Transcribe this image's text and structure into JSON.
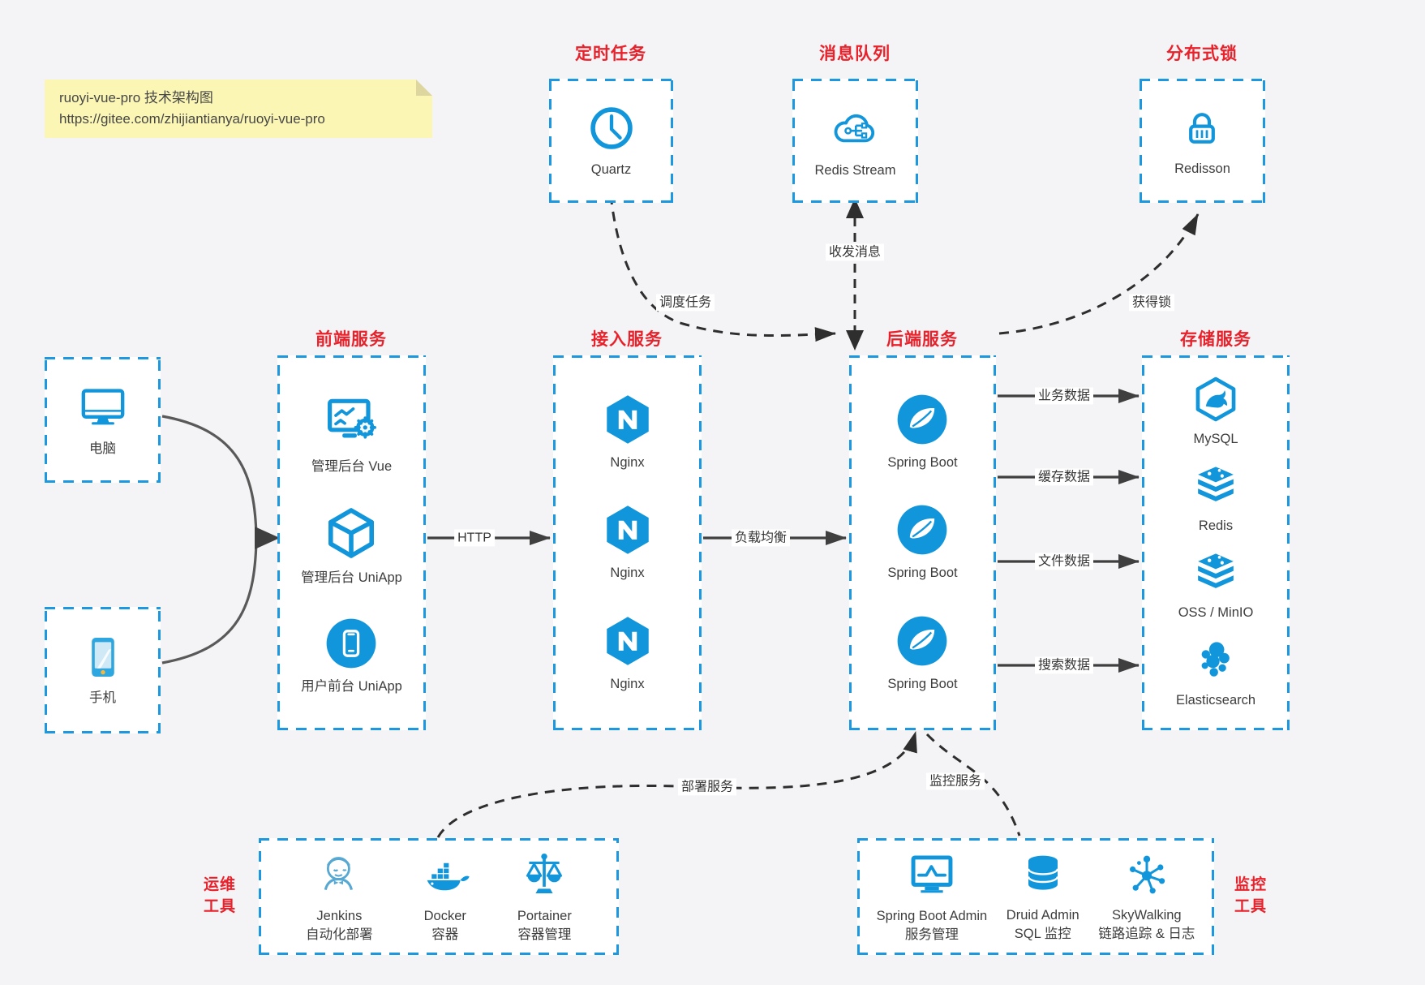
{
  "note": {
    "line1": "ruoyi-vue-pro 技术架构图",
    "line2": "https://gitee.com/zhijiantianya/ruoyi-vue-pro"
  },
  "colors": {
    "accent_blue": "#1b98e0",
    "icon_blue": "#1296db",
    "title_red": "#e8212b",
    "note_yellow": "#fbf6b4",
    "background": "#f4f4f6"
  },
  "top_services": [
    {
      "title": "定时任务",
      "label": "Quartz",
      "icon": "clock-icon"
    },
    {
      "title": "消息队列",
      "label": "Redis Stream",
      "icon": "cloud-stream-icon"
    },
    {
      "title": "分布式锁",
      "label": "Redisson",
      "icon": "lock-icon"
    }
  ],
  "clients": [
    {
      "label": "电脑",
      "icon": "desktop-icon"
    },
    {
      "label": "手机",
      "icon": "smartphone-icon"
    }
  ],
  "columns": [
    {
      "title": "前端服务",
      "items": [
        {
          "label": "管理后台 Vue",
          "icon": "admin-monitor-gear-icon"
        },
        {
          "label": "管理后台 UniApp",
          "icon": "cube-icon"
        },
        {
          "label": "用户前台 UniApp",
          "icon": "app-circle-phone-icon"
        }
      ]
    },
    {
      "title": "接入服务",
      "items": [
        {
          "label": "Nginx",
          "icon": "nginx-icon"
        },
        {
          "label": "Nginx",
          "icon": "nginx-icon"
        },
        {
          "label": "Nginx",
          "icon": "nginx-icon"
        }
      ]
    },
    {
      "title": "后端服务",
      "items": [
        {
          "label": "Spring Boot",
          "icon": "spring-icon"
        },
        {
          "label": "Spring Boot",
          "icon": "spring-icon"
        },
        {
          "label": "Spring Boot",
          "icon": "spring-icon"
        }
      ]
    },
    {
      "title": "存储服务",
      "items": [
        {
          "label": "MySQL",
          "icon": "mysql-icon"
        },
        {
          "label": "Redis",
          "icon": "layer-stack-icon"
        },
        {
          "label": "OSS / MinIO",
          "icon": "layer-stack-icon"
        },
        {
          "label": "Elasticsearch",
          "icon": "elastic-icon"
        }
      ]
    }
  ],
  "bottom_groups": [
    {
      "title_line1": "运维",
      "title_line2": "工具",
      "items": [
        {
          "label1": "Jenkins",
          "label2": "自动化部署",
          "icon": "jenkins-icon"
        },
        {
          "label1": "Docker",
          "label2": "容器",
          "icon": "docker-icon"
        },
        {
          "label1": "Portainer",
          "label2": "容器管理",
          "icon": "scales-icon"
        }
      ]
    },
    {
      "title_line1": "监控",
      "title_line2": "工具",
      "items": [
        {
          "label1": "Spring Boot Admin",
          "label2": "服务管理",
          "icon": "pulse-monitor-icon"
        },
        {
          "label1": "Druid Admin",
          "label2": "SQL 监控",
          "icon": "database-icon"
        },
        {
          "label1": "SkyWalking",
          "label2": "链路追踪 & 日志",
          "icon": "network-icon"
        }
      ]
    }
  ],
  "edge_labels": {
    "http": "HTTP",
    "load_balance": "负载均衡",
    "schedule": "调度任务",
    "message": "收发消息",
    "lock": "获得锁",
    "business_data": "业务数据",
    "cache_data": "缓存数据",
    "file_data": "文件数据",
    "search_data": "搜索数据",
    "deploy": "部署服务",
    "monitor": "监控服务"
  }
}
